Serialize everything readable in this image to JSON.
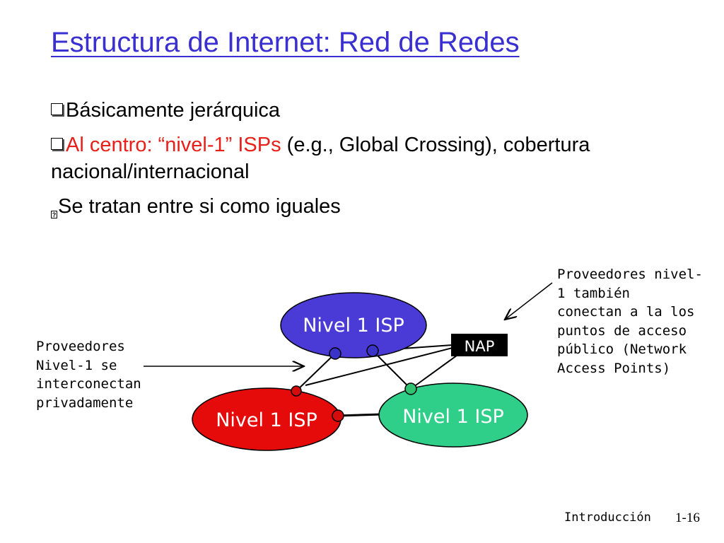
{
  "slide": {
    "title": "Estructura de Internet: Red de Redes",
    "bullets": [
      {
        "text": "Básicamente jerárquica"
      },
      {
        "prefix_red": "Al centro: “nivel-1” ISPs",
        "rest": " (e.g., Global Crossing), cobertura nacional/internacional"
      },
      {
        "text": "Se tratan entre si como iguales"
      }
    ]
  },
  "diagram": {
    "isp_top_label": "Nivel 1 ISP",
    "isp_left_label": "Nivel 1 ISP",
    "isp_right_label": "Nivel 1 ISP",
    "nap_label": "NAP",
    "colors": {
      "isp_top": "#4b3bd6",
      "isp_left": "#e60b0b",
      "isp_right": "#2fcf8a",
      "router_blue": "#3a33c8",
      "router_red": "#d40c0c",
      "router_green": "#30c270"
    },
    "note_left": "Proveedores\nNivel-1 se\ninterconectan\nprivadamente",
    "note_right": "Proveedores nivel-\n1 también\nconectan a la los\npuntos de acceso\npúblico (Network\nAccess Points)"
  },
  "footer": {
    "label": "Introducción",
    "page": "1-16"
  }
}
